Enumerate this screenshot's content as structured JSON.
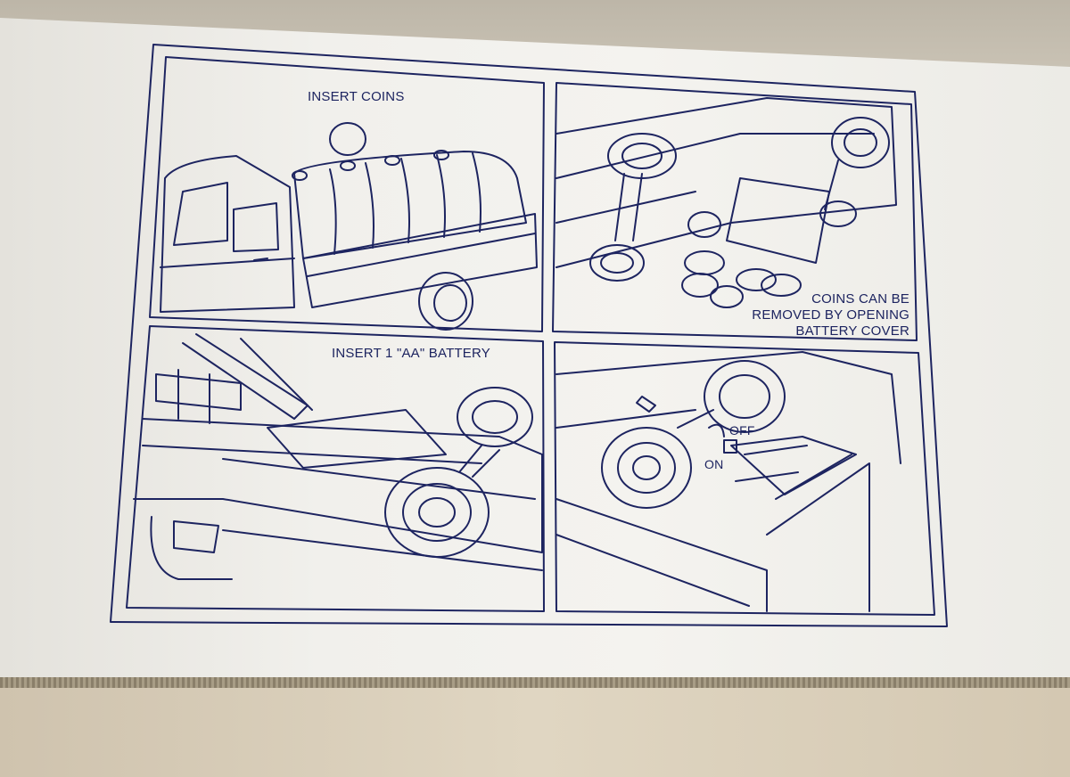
{
  "panels": {
    "insert_coins": "INSERT COINS",
    "coins_removed": [
      "COINS CAN BE",
      "REMOVED BY OPENING",
      "BATTERY COVER"
    ],
    "insert_battery": "INSERT 1 \"AA\" BATTERY",
    "switch_off": "OFF",
    "switch_on": "ON"
  },
  "colors": {
    "ink": "#1d2460",
    "cardboard": "#f1f0ec"
  }
}
